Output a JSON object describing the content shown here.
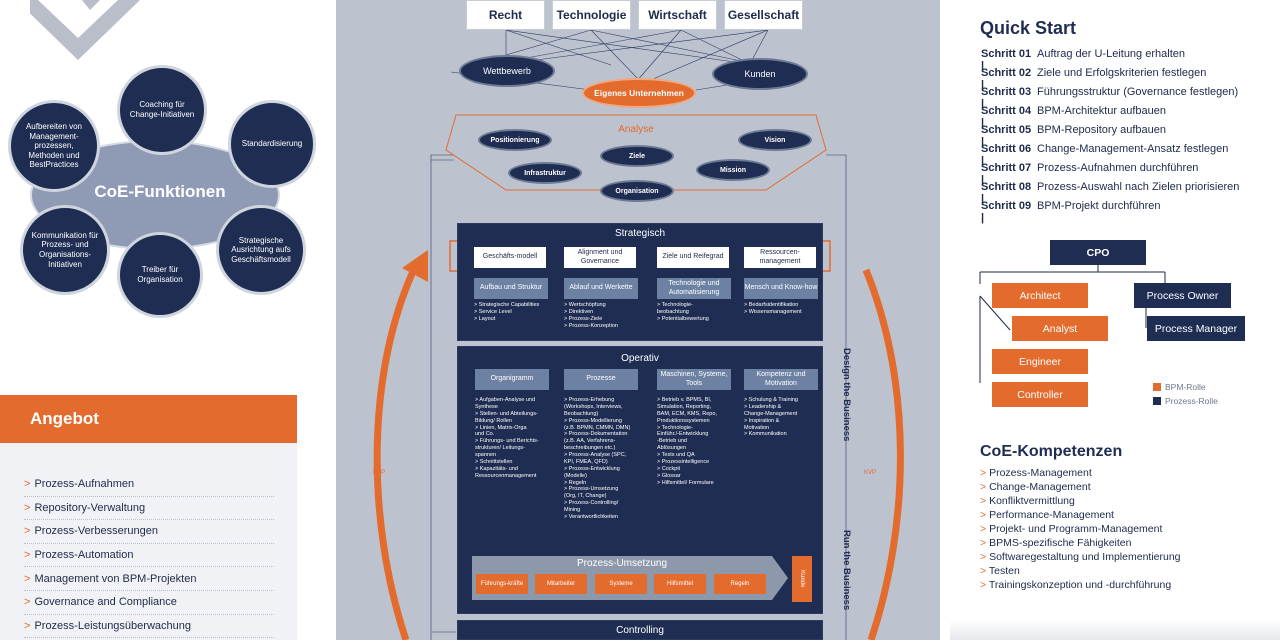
{
  "left": {
    "coe_title": "CoE-Funktionen",
    "circles": [
      {
        "name": "coaching",
        "text": "Coaching für Change-Initiativen"
      },
      {
        "name": "standardisierung",
        "text": "Standardisierung"
      },
      {
        "name": "aufbereiten",
        "text": "Aufbereiten von Management-prozessen, Methoden und BestPractices"
      },
      {
        "name": "kommunikation",
        "text": "Kommunikation für Prozess- und Organisations-Initiativen"
      },
      {
        "name": "treiber",
        "text": "Treiber für Organisation"
      },
      {
        "name": "strategische",
        "text": "Strategische Ausrichtung aufs Geschäftsmodell"
      }
    ],
    "angebot_title": "Angebot",
    "angebot_items": [
      "Prozess-Aufnahmen",
      "Repository-Verwaltung",
      "Prozess-Verbesserungen",
      "Prozess-Automation",
      "Management von BPM-Projekten",
      "Governance and Compliance",
      "Prozess-Leistungsüberwachung"
    ]
  },
  "center": {
    "top_boxes": [
      "Recht",
      "Technologie",
      "Wirtschaft",
      "Gesellschaft"
    ],
    "wettbewerb": "Wettbewerb",
    "kunden": "Kunden",
    "eigenes": "Eigenes Unternehmen",
    "analyse_title": "Analyse",
    "analyse_items": [
      "Positionierung",
      "Ziele",
      "Vision",
      "Infrastruktur",
      "Mission",
      "Organisation"
    ],
    "strategisch": {
      "title": "Strategisch",
      "white": [
        "Geschäfts-modell",
        "Alignment und Governance",
        "Ziele und Reifegrad",
        "Ressourcen-management"
      ],
      "grey": [
        "Aufbau und Struktur",
        "Ablauf und Werkette",
        "Technologie und Automatisierung",
        "Mensch und Know-how"
      ],
      "lists": [
        "> Strategische Capabilities\n> Service Level\n> Layout",
        "> Wertschöpfung\n> Direktiven\n> Prozess-Ziele\n> Prozess-Konzeption",
        "> Technologie-\n  beobachtung\n> Potentialbewertung",
        "> Bedarfsidentifikation\n> Wissensmanagement"
      ]
    },
    "operativ": {
      "title": "Operativ",
      "grey": [
        "Organigramm",
        "Prozesse",
        "Maschinen, Systeme, Tools",
        "Kompetenz und Motivation"
      ],
      "lists": [
        "> Aufgaben-Analyse und\n  Synthese\n> Stellen- und Abteilungs-\n  Bildung/ Rollen\n> Linien, Matrix-Orga\n  und Co.\n> Führungs- und Berichts-\n  strukturen/ Leitungs-\n  spannen\n> Schnittstellen\n> Kapazitäts- und\n  Ressourcenmanagement",
        "> Prozess-Erhebung\n  (Workshops, Interviews,\n  Beobachtung)\n> Prozess-Modellierung\n  (z.B. BPMN, CMMN, DMN)\n> Prozess-Dokumentation\n  (z.B. AA, Verfahrens-\n  beschreibungen etc.)\n> Prozess-Analyse (SPC,\n  KPI, FMEA, QFD)\n> Prozess-Entwicklung\n  (Modelle)\n> Regeln\n> Prozess-Umsetzung\n  (Org, IT, Change)\n> Prozess-Controlling/\n  Mining\n> Verantwortlichkeiten",
        "> Betrieb v. BPMS, BI,\n  Simulation, Reporting,\n  BAM, ECM, KMS, Repo,\n  Produktionssystemen\n> Technologie-\n  Einführ./-Entwicklung\n  -Betrieb und\n  Ablösungen\n> Tests und QA\n> Prozessintelligence\n> Cockpit\n> Glossar\n> Hilfsmittel/ Formulare",
        "> Schulung & Training\n> Leadership &\n  Change-Management\n> Inspiration &\n  Motivation\n> Kommunikation"
      ]
    },
    "umsetzung": {
      "title": "Prozess-Umsetzung",
      "items": [
        "Führungs-kräfte",
        "Mitarbeiter",
        "Systeme",
        "Hilfsmittel",
        "Regeln"
      ],
      "kunde": "Kunde"
    },
    "controlling": "Controlling",
    "kvp_left": "KVP",
    "kvp_right": "KVP",
    "design": "Design the Business",
    "run": "Run the Business"
  },
  "right": {
    "quickstart_title": "Quick Start",
    "steps": [
      {
        "label": "Schritt 01 |",
        "text": "Auftrag der U-Leitung erhalten"
      },
      {
        "label": "Schritt 02 |",
        "text": "Ziele und Erfolgskriterien festlegen"
      },
      {
        "label": "Schritt 03 |",
        "text": "Führungsstruktur (Governance festlegen)"
      },
      {
        "label": "Schritt 04 |",
        "text": "BPM-Architektur aufbauen"
      },
      {
        "label": "Schritt 05 |",
        "text": "BPM-Repository aufbauen"
      },
      {
        "label": "Schritt 06 |",
        "text": "Change-Management-Ansatz festlegen"
      },
      {
        "label": "Schritt 07 |",
        "text": "Prozess-Aufnahmen durchführen"
      },
      {
        "label": "Schritt 08 |",
        "text": "Prozess-Auswahl nach Zielen priorisieren"
      },
      {
        "label": "Schritt 09 |",
        "text": "BPM-Projekt durchführen"
      }
    ],
    "org": {
      "cpo": "CPO",
      "architect": "Architect",
      "analyst": "Analyst",
      "engineer": "Engineer",
      "controller": "Controller",
      "process_owner": "Process Owner",
      "process_manager": "Process Manager",
      "legend_bpm": "BPM-Rolle",
      "legend_prozess": "Prozess-Rolle"
    },
    "kompetenzen_title": "CoE-Kompetenzen",
    "kompetenzen": [
      "Prozess-Management",
      "Change-Management",
      "Konfliktvermittlung",
      "Performance-Management",
      "Projekt- und Programm-Management",
      "BPMS-spezifische Fähigkeiten",
      "Softwaregestaltung und Implementierung",
      "Testen",
      "Trainingskonzeption und -durchführung"
    ]
  },
  "colors": {
    "navy": "#1f2d52",
    "orange": "#e36b2d",
    "grey": "#bcc3cf"
  }
}
